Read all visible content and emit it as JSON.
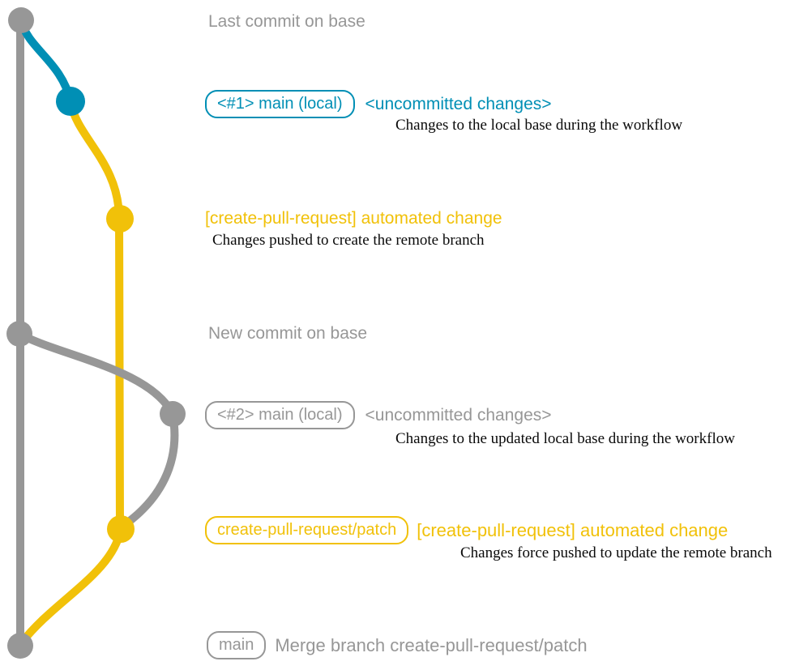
{
  "colors": {
    "gray": "#979797",
    "blue": "#008fb5",
    "yellow": "#f1c109",
    "desc_text": "#0a0a0a"
  },
  "notes": {
    "last_commit": "Last commit on base",
    "new_commit": "New commit on base"
  },
  "sections": [
    {
      "badge": "<#1> main (local)",
      "title": "<uncommitted changes>",
      "desc": "Changes to the local base during the workflow"
    },
    {
      "title": "[create-pull-request] automated change",
      "desc": "Changes pushed to create the remote branch"
    },
    {
      "badge": "<#2> main (local)",
      "title": "<uncommitted changes>",
      "desc": "Changes to the updated local base during the workflow"
    },
    {
      "badge": "create-pull-request/patch",
      "title": "[create-pull-request] automated change",
      "desc": "Changes force pushed to update the remote branch"
    },
    {
      "badge": "main",
      "title": "Merge branch create-pull-request/patch"
    }
  ],
  "graph": {
    "commit_dots": [
      "base-last-commit",
      "main-local-1",
      "remote-branch-create",
      "base-new-commit",
      "main-local-2",
      "remote-branch-update",
      "merge-commit"
    ]
  }
}
